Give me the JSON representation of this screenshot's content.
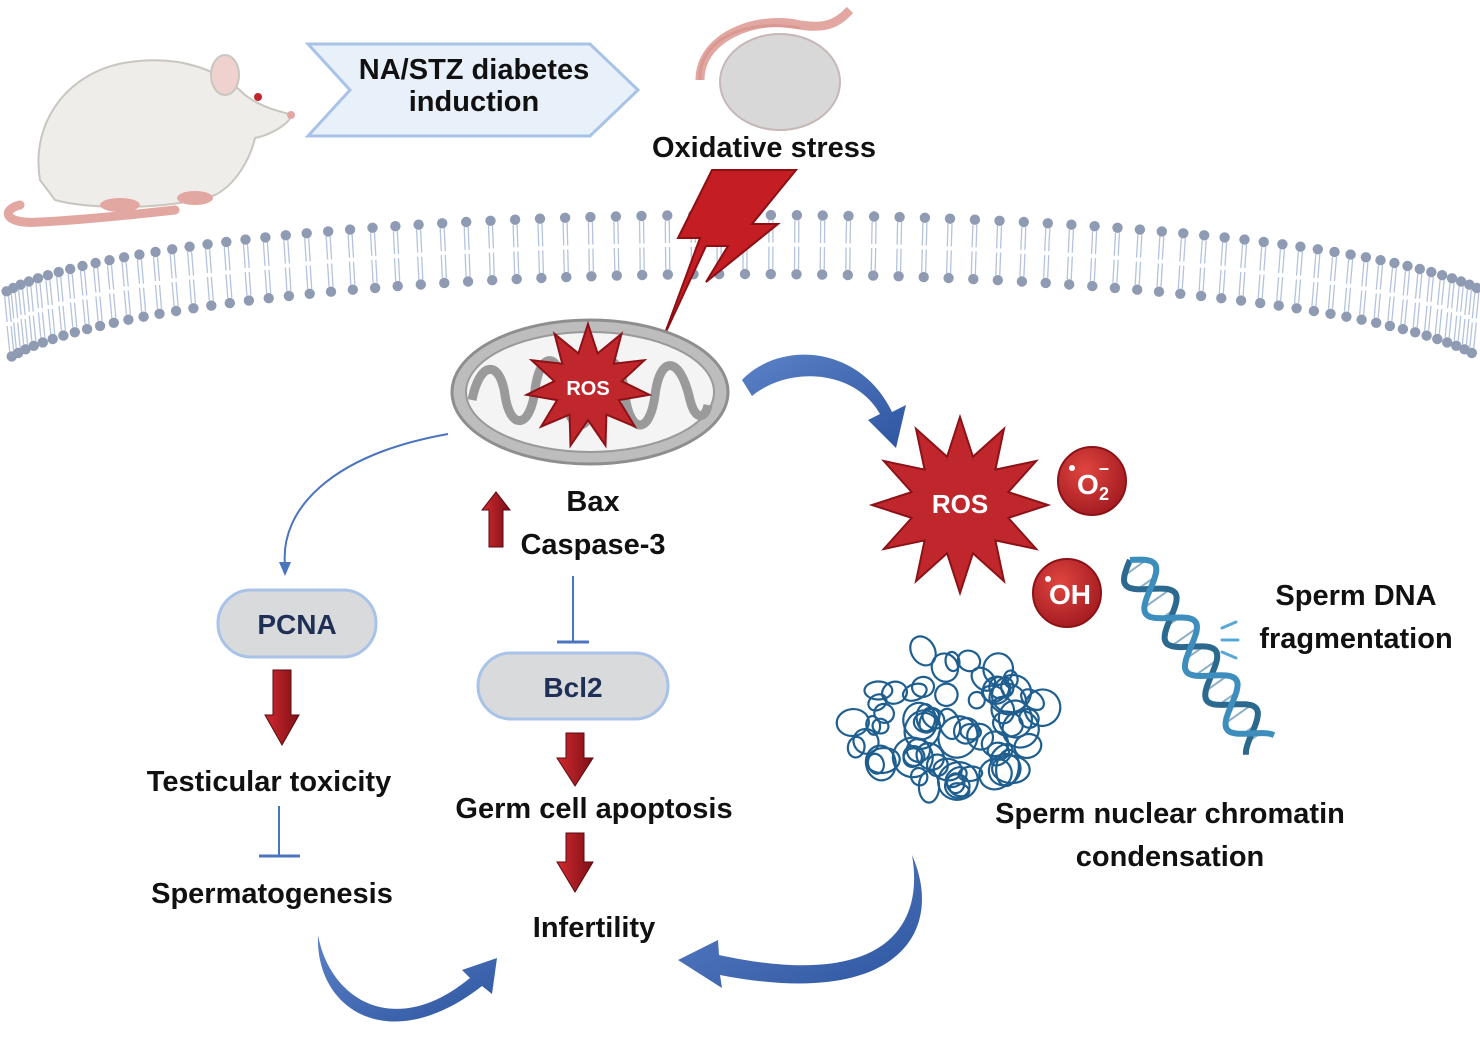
{
  "induction_label": {
    "line1": "NA/STZ diabetes",
    "line2": "induction"
  },
  "oxidative_stress": "Oxidative stress",
  "ros_mito": "ROS",
  "ros_main": "ROS",
  "radical_o2": {
    "base": "O",
    "sub": "2",
    "sup": "–"
  },
  "radical_oh": "OH",
  "bax": "Bax",
  "caspase": "Caspase-3",
  "pcna": "PCNA",
  "bcl2": "Bcl2",
  "testicular_toxicity": "Testicular toxicity",
  "spermatogenesis": "Spermatogenesis",
  "germ_cell_apoptosis": "Germ cell apoptosis",
  "infertility": "Infertility",
  "dna_frag": {
    "line1": "Sperm DNA",
    "line2": "fragmentation"
  },
  "chromatin": {
    "line1": "Sperm nuclear chromatin",
    "line2": "condensation"
  },
  "colors": {
    "red_arrow": "#b01822",
    "blue_arrow": "#3f69b1",
    "ros_red": "#c0272d",
    "pill_fill": "#d9dadc",
    "pill_stroke": "#a9c3e8",
    "membrane": "#8f9bb3"
  }
}
